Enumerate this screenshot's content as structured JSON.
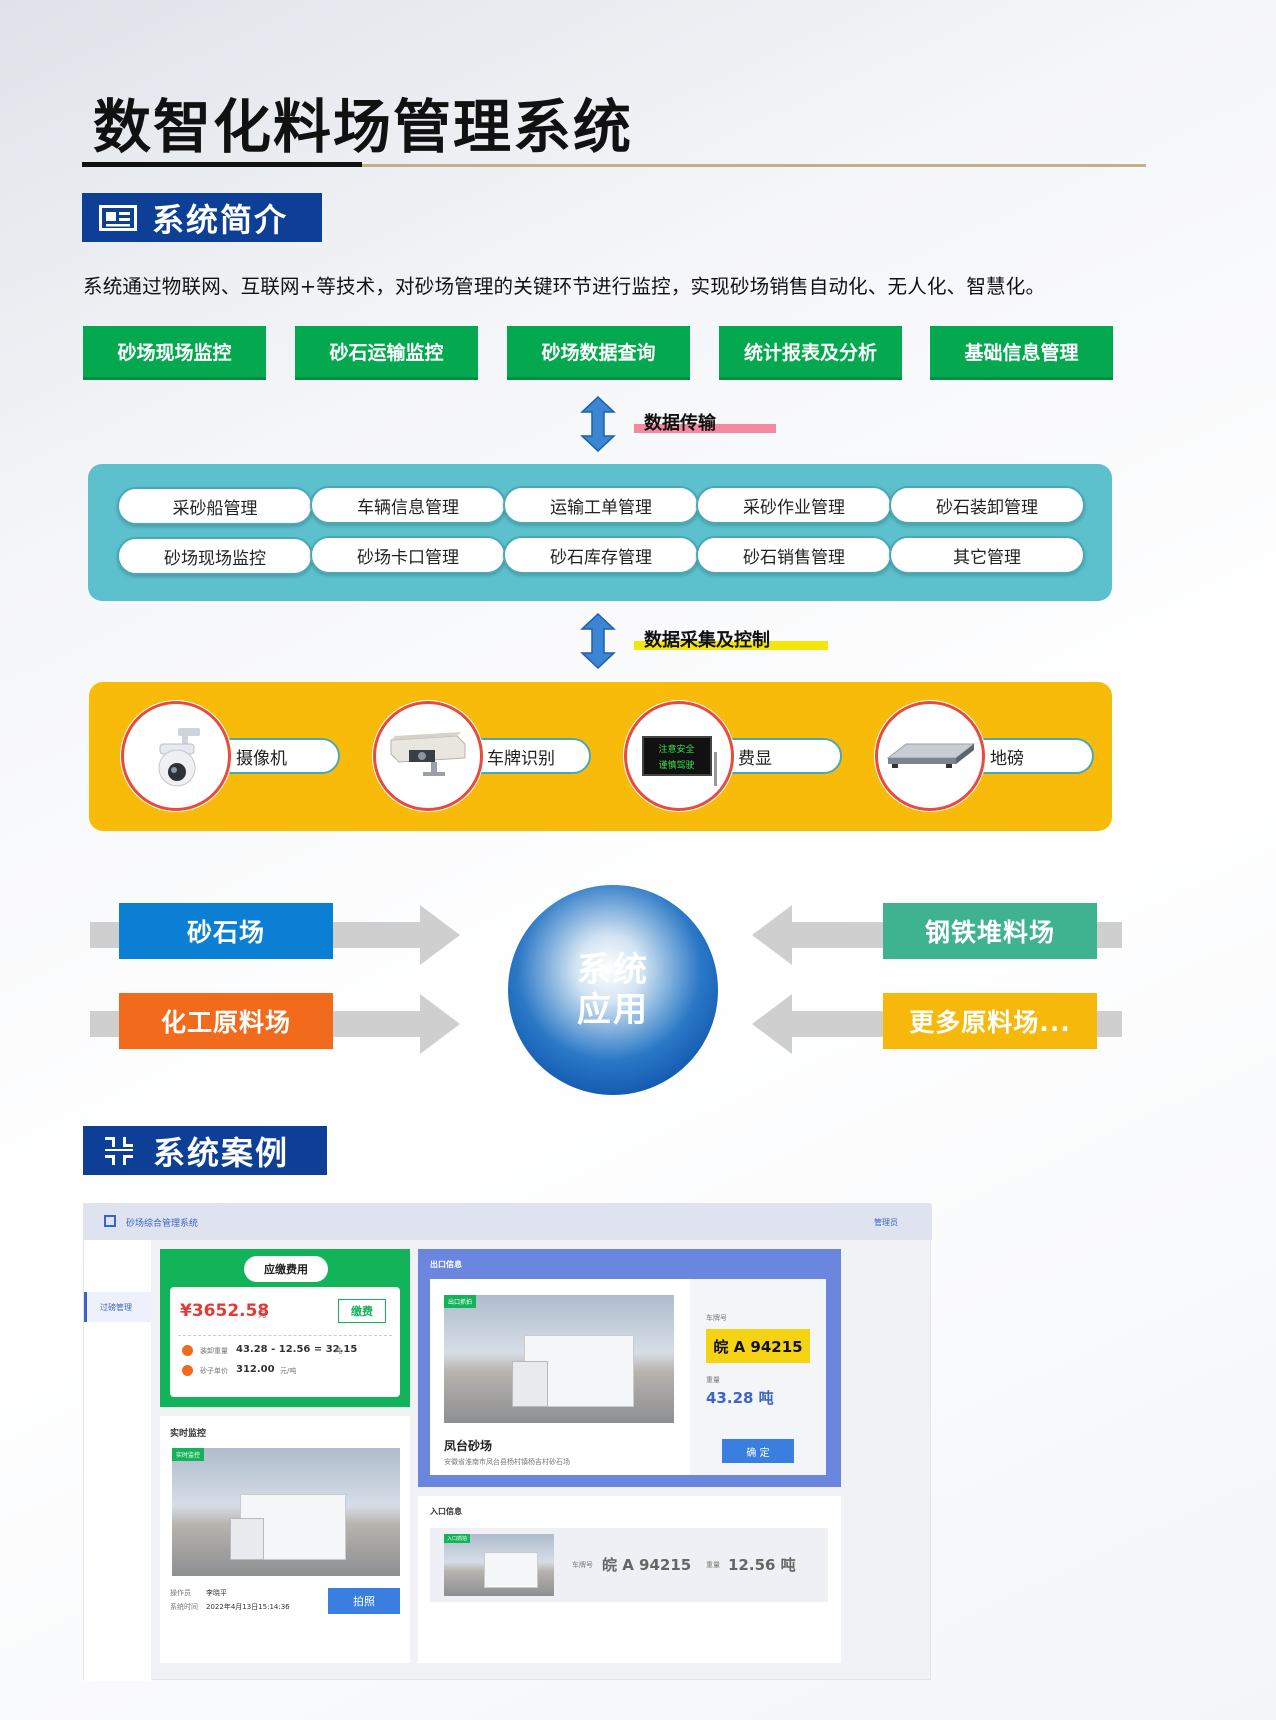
{
  "title": "数智化料场管理系统",
  "section1": {
    "heading": "系统简介",
    "icon": "document-card-icon"
  },
  "intro": "系统通过物联网、互联网+等技术，对砂场管理的关键环节进行监控，实现砂场销售自动化、无人化、智慧化。",
  "modules": [
    "砂场现场监控",
    "砂石运输监控",
    "砂场数据查询",
    "统计报表及分析",
    "基础信息管理"
  ],
  "flow1": {
    "label": "数据传输",
    "underline_color": "#f48aa0"
  },
  "subsystems": [
    [
      "采砂船管理",
      "车辆信息管理",
      "运输工单管理",
      "采砂作业管理",
      "砂石装卸管理"
    ],
    [
      "砂场现场监控",
      "砂场卡口管理",
      "砂石库存管理",
      "砂石销售管理",
      "其它管理"
    ]
  ],
  "flow2": {
    "label": "数据采集及控制",
    "underline_color": "#f5e60a"
  },
  "devices": [
    {
      "label": "摄像机",
      "icon": "ptz-camera-icon"
    },
    {
      "label": "车牌识别",
      "icon": "plate-recognition-camera-icon"
    },
    {
      "label": "费显",
      "icon": "fee-display-screen-icon",
      "screen_text": [
        "注意安全",
        "谨慎驾驶"
      ]
    },
    {
      "label": "地磅",
      "icon": "weighbridge-icon"
    }
  ],
  "hub": {
    "line1": "系统",
    "line2": "应用"
  },
  "applications": {
    "left": [
      {
        "label": "砂石场",
        "color": "#0a7fd4"
      },
      {
        "label": "化工原料场",
        "color": "#f26a1b"
      }
    ],
    "right": [
      {
        "label": "钢铁堆料场",
        "color": "#3fb28f"
      },
      {
        "label": "更多原料场...",
        "color": "#f6b80a"
      }
    ]
  },
  "section2": {
    "heading": "系统案例",
    "icon": "cross-grid-icon"
  },
  "case": {
    "app_title": "砂场综合管理系统",
    "user": "管理员",
    "sidebar_item": "过磅管理",
    "fee": {
      "title": "应缴费用",
      "amount": "¥3652.58",
      "unit": "元",
      "pay_button": "缴费",
      "weight_label": "装卸重量",
      "weight_value": "43.28 - 12.56 = 32.15",
      "weight_unit": "吨",
      "price_label": "砂子单价",
      "price_value": "312.00",
      "price_unit": "元/吨"
    },
    "monitor": {
      "title": "实时监控",
      "badge": "实时监控",
      "operator_label": "操作员",
      "operator": "李晓平",
      "time_label": "系统时间",
      "time": "2022年4月13日15:14:36",
      "capture_button": "拍照"
    },
    "exit": {
      "title": "出口信息",
      "badge": "出口抓拍",
      "site": "凤台砂场",
      "address": "安徽省淮南市凤台县杨村镇杨吉村砂石场",
      "plate_label": "车牌号",
      "plate": "皖 A 94215",
      "weight_label": "重量",
      "weight": "43.28 吨",
      "confirm_button": "确 定"
    },
    "entry": {
      "title": "入口信息",
      "badge": "入口抓拍",
      "plate_label": "车牌号",
      "plate": "皖 A 94215",
      "weight_label": "重量",
      "weight": "12.56 吨"
    }
  }
}
